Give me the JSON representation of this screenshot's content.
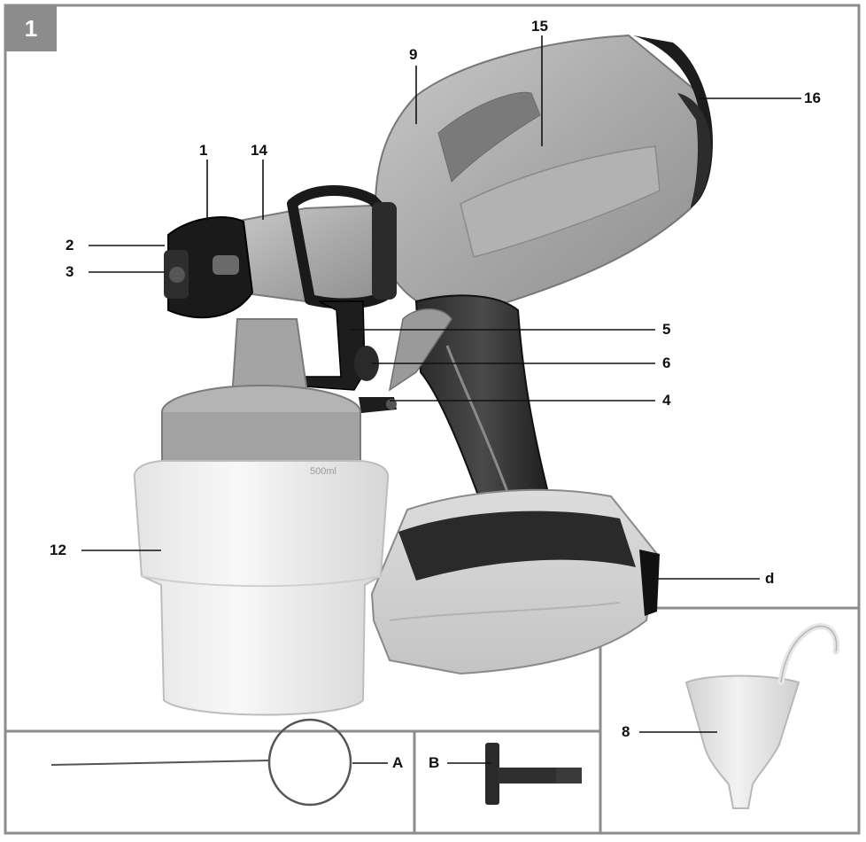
{
  "figure_number": "1",
  "callouts": {
    "c1": "1",
    "c14": "14",
    "c9": "9",
    "c15": "15",
    "c16": "16",
    "c2": "2",
    "c3": "3",
    "c5": "5",
    "c6": "6",
    "c4": "4",
    "c12": "12",
    "cd": "d",
    "c8": "8",
    "cA": "A",
    "cB": "B"
  },
  "tank_marking": "500ml"
}
